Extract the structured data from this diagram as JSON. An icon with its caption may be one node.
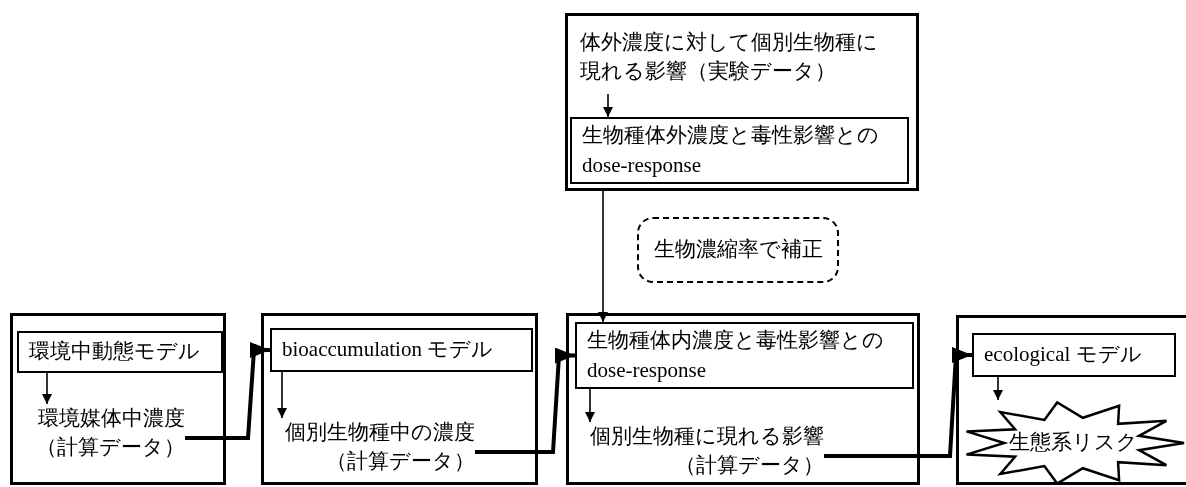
{
  "diagram": {
    "nodes": [
      {
        "text": [],
        "shape": "box"
      },
      {
        "text": [
          "環境中動態モデル"
        ],
        "in": 0
      },
      {
        "text": [
          "環境媒体中濃度（計算データ）"
        ],
        "in": 0
      },
      {
        "text": [],
        "shape": "box"
      },
      {
        "text": [
          "bioaccumulation モデル"
        ],
        "in": 3
      },
      {
        "text": [
          "個別生物種中の濃度（計算データ）"
        ],
        "in": 3
      },
      {
        "text": [],
        "shape": "box"
      },
      {
        "text": [
          "体外濃度に対して個別生物種に現れる影響（実験データ）"
        ],
        "in": 6
      },
      {
        "text": [
          "生物種体外濃度と毒性影響とのdose-response"
        ],
        "in": 6
      },
      {
        "text": [
          "生物濃縮率で補正"
        ]
      },
      {
        "text": [],
        "shape": "box"
      },
      {
        "text": [
          "生物種体内濃度と毒性影響とのdose-response"
        ],
        "in": 10
      },
      {
        "text": [
          "個別生物種に現れる影響（計算データ）"
        ],
        "in": 10
      },
      {
        "text": [],
        "shape": "box"
      },
      {
        "text": [
          "ecological モデル"
        ],
        "in": 13
      },
      {
        "text": [
          "生態系リスク"
        ],
        "in": 13
      }
    ],
    "edges": [
      {
        "from": 1,
        "to": 2,
        "arrow": "to"
      },
      {
        "from": 2,
        "to": 4,
        "arrow": "to",
        "style": "thick"
      },
      {
        "from": 4,
        "to": 5,
        "arrow": "to"
      },
      {
        "from": 5,
        "to": 11,
        "arrow": "to",
        "style": "thick"
      },
      {
        "from": 7,
        "to": 8,
        "arrow": "to"
      },
      {
        "from": 6,
        "to": 11,
        "arrow": "to"
      },
      {
        "from": 11,
        "to": 12,
        "arrow": "to"
      },
      {
        "from": 12,
        "to": 14,
        "arrow": "to",
        "style": "thick"
      },
      {
        "from": 14,
        "to": 15,
        "arrow": "to"
      }
    ]
  }
}
